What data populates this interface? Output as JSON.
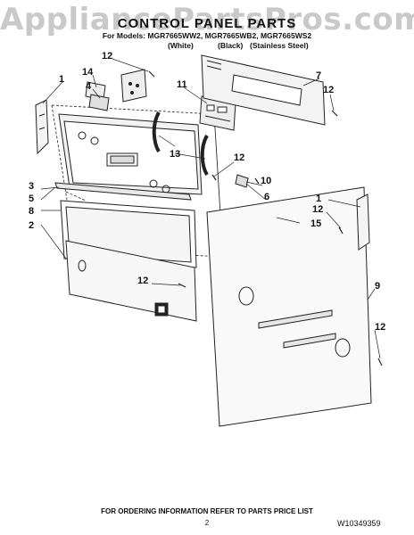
{
  "watermark": "AppliancePartsPros.com",
  "header": {
    "title": "CONTROL PANEL PARTS",
    "models_line": "For Models: MGR7665WW2, MGR7665WB2, MGR7665WS2",
    "color_white": "(White)",
    "color_black": "(Black)",
    "color_stainless": "(Stainless Steel)"
  },
  "callouts": [
    "1",
    "14",
    "12",
    "4",
    "11",
    "7",
    "12",
    "3",
    "5",
    "8",
    "2",
    "13",
    "12",
    "10",
    "6",
    "1",
    "12",
    "15",
    "12",
    "9",
    "12"
  ],
  "footer": {
    "ordering_info": "FOR ORDERING INFORMATION REFER TO PARTS PRICE LIST",
    "page_number": "2",
    "doc_number": "W10349359"
  }
}
